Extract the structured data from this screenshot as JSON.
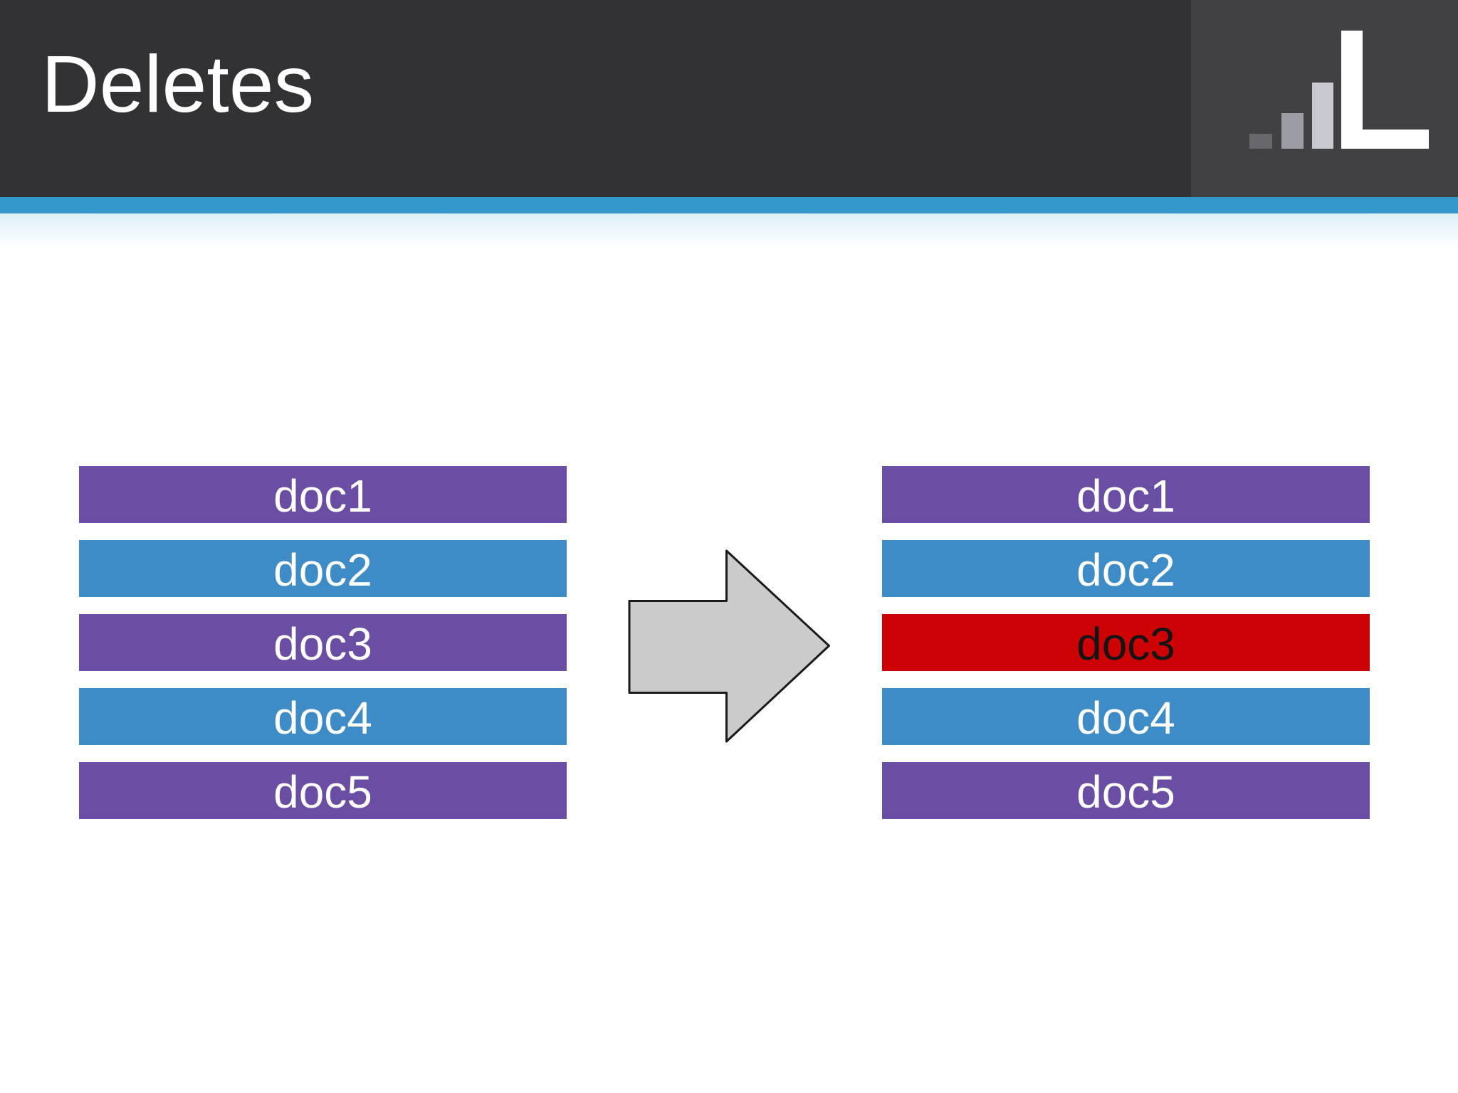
{
  "header": {
    "title": "Deletes",
    "bg": "#323235",
    "logo_panel_bg": "#414144",
    "accent_bar_color": "#3498cb"
  },
  "logo": {
    "kind": "bar-chart-with-L-logo",
    "bar_small_color": "#68686c",
    "bar_medium_color": "#9c9ca4",
    "bar_large_color": "#c9c9d2",
    "l_color": "#ffffff"
  },
  "diagram": {
    "before": {
      "items": [
        {
          "label": "doc1",
          "bg": "#6a4ea3",
          "fg": "#ffffff"
        },
        {
          "label": "doc2",
          "bg": "#3e8cc7",
          "fg": "#ffffff"
        },
        {
          "label": "doc3",
          "bg": "#6a4ea3",
          "fg": "#ffffff"
        },
        {
          "label": "doc4",
          "bg": "#3e8cc7",
          "fg": "#ffffff"
        },
        {
          "label": "doc5",
          "bg": "#6a4ea3",
          "fg": "#ffffff"
        }
      ]
    },
    "after": {
      "items": [
        {
          "label": "doc1",
          "bg": "#6a4ea3",
          "fg": "#ffffff"
        },
        {
          "label": "doc2",
          "bg": "#3e8cc7",
          "fg": "#ffffff"
        },
        {
          "label": "doc3",
          "bg": "#cd0205",
          "fg": "#141414"
        },
        {
          "label": "doc4",
          "bg": "#3e8cc7",
          "fg": "#ffffff"
        },
        {
          "label": "doc5",
          "bg": "#6a4ea3",
          "fg": "#ffffff"
        }
      ]
    },
    "arrow": {
      "direction": "right",
      "fill": "#cbcbcb",
      "stroke": "#1a1a1a"
    }
  }
}
